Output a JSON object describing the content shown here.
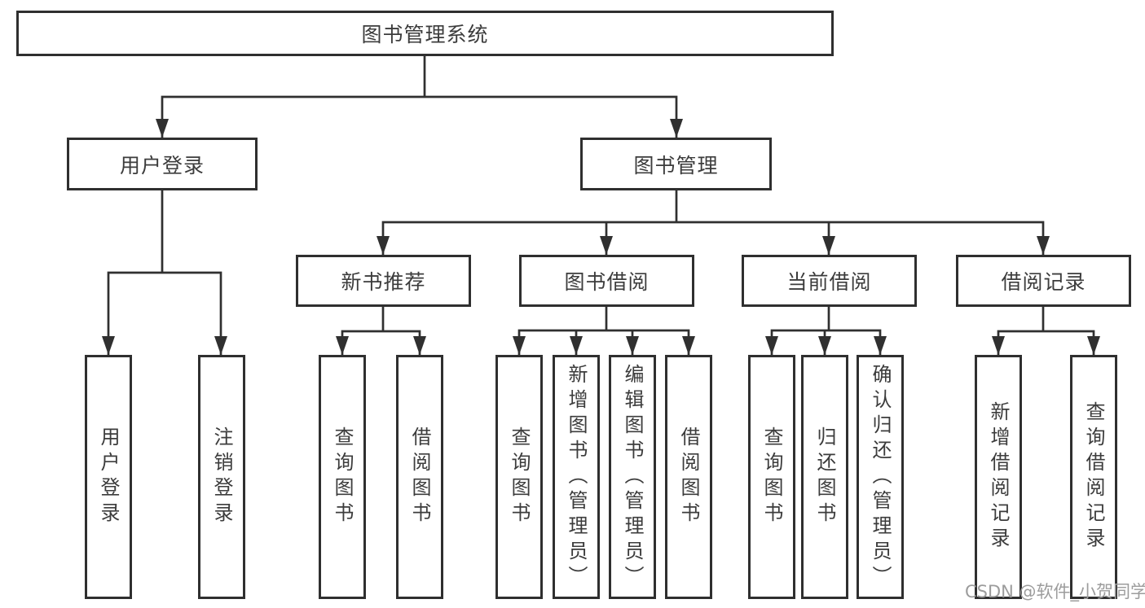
{
  "nodes": {
    "root": "图书管理系统",
    "user_login": "用户登录",
    "book_management": "图书管理",
    "new_book_recommend": "新书推荐",
    "book_borrowing": "图书借阅",
    "current_borrowing": "当前借阅",
    "borrowing_records": "借阅记录",
    "leaf_user_login": "用户登录",
    "leaf_logout": "注销登录",
    "leaf_search_books_1": "查询图书",
    "leaf_borrow_books_1": "借阅图书",
    "leaf_search_books_2": "查询图书",
    "leaf_add_books_admin": "新增图书（管理员）",
    "leaf_edit_books_admin": "编辑图书（管理员）",
    "leaf_borrow_books_2": "借阅图书",
    "leaf_search_books_3": "查询图书",
    "leaf_return_books": "归还图书",
    "leaf_confirm_return_admin": "确认归还（管理员）",
    "leaf_add_borrow_record": "新增借阅记录",
    "leaf_search_borrow_record": "查询借阅记录"
  },
  "hierarchy": [
    {
      "parent": "图书管理系统",
      "children": [
        "用户登录",
        "图书管理"
      ]
    },
    {
      "parent": "用户登录",
      "children": [
        "用户登录",
        "注销登录"
      ]
    },
    {
      "parent": "图书管理",
      "children": [
        "新书推荐",
        "图书借阅",
        "当前借阅",
        "借阅记录"
      ]
    },
    {
      "parent": "新书推荐",
      "children": [
        "查询图书",
        "借阅图书"
      ]
    },
    {
      "parent": "图书借阅",
      "children": [
        "查询图书",
        "新增图书（管理员）",
        "编辑图书（管理员）",
        "借阅图书"
      ]
    },
    {
      "parent": "当前借阅",
      "children": [
        "查询图书",
        "归还图书",
        "确认归还（管理员）"
      ]
    },
    {
      "parent": "借阅记录",
      "children": [
        "新增借阅记录",
        "查询借阅记录"
      ]
    }
  ],
  "watermark": "CSDN @软件_小贺同学",
  "colors": {
    "line": "#303030",
    "box_border": "#2f2f2f",
    "box_fill": "#ffffff",
    "text": "#3c3c3c",
    "watermark": "#9c9c9c",
    "bg": "#ffffff"
  }
}
